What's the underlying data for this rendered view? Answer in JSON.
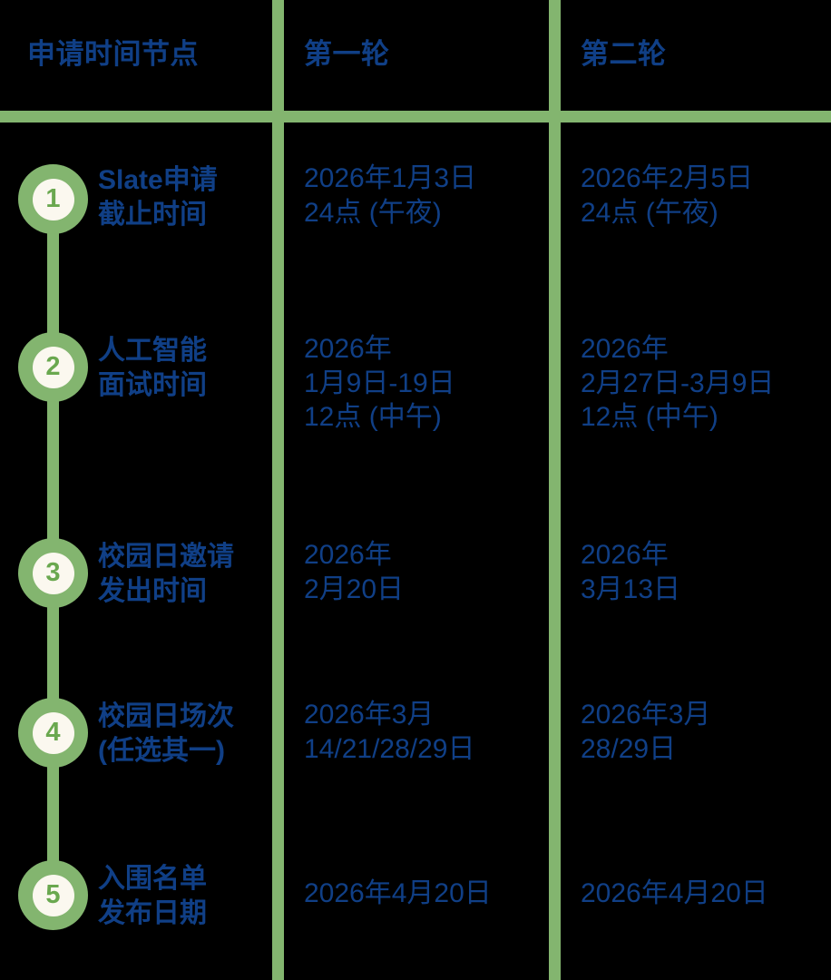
{
  "palette": {
    "background": "#000000",
    "green": "#83b56f",
    "blue": "#103f86",
    "marker_inner": "#fbf8ef",
    "marker_number": "#6aa84f"
  },
  "header": {
    "timeline_label": "申请时间节点",
    "round_one": "第一轮",
    "round_two": "第二轮"
  },
  "rows": [
    {
      "number": "1",
      "label": "Slate申请\n截止时间",
      "round_one": "2026年1月3日\n24点 (午夜)",
      "round_two": "2026年2月5日\n24点 (午夜)"
    },
    {
      "number": "2",
      "label": "人工智能\n面试时间",
      "round_one": "2026年\n1月9日-19日\n12点 (中午)",
      "round_two": "2026年\n2月27日-3月9日\n12点 (中午)"
    },
    {
      "number": "3",
      "label": "校园日邀请\n发出时间",
      "round_one": "2026年\n2月20日",
      "round_two": "2026年\n3月13日"
    },
    {
      "number": "4",
      "label": "校园日场次\n(任选其一)",
      "round_one": "2026年3月\n14/21/28/29日",
      "round_two": "2026年3月\n28/29日"
    },
    {
      "number": "5",
      "label": "入围名单\n发布日期",
      "round_one": "2026年4月20日",
      "round_two": "2026年4月20日"
    }
  ]
}
